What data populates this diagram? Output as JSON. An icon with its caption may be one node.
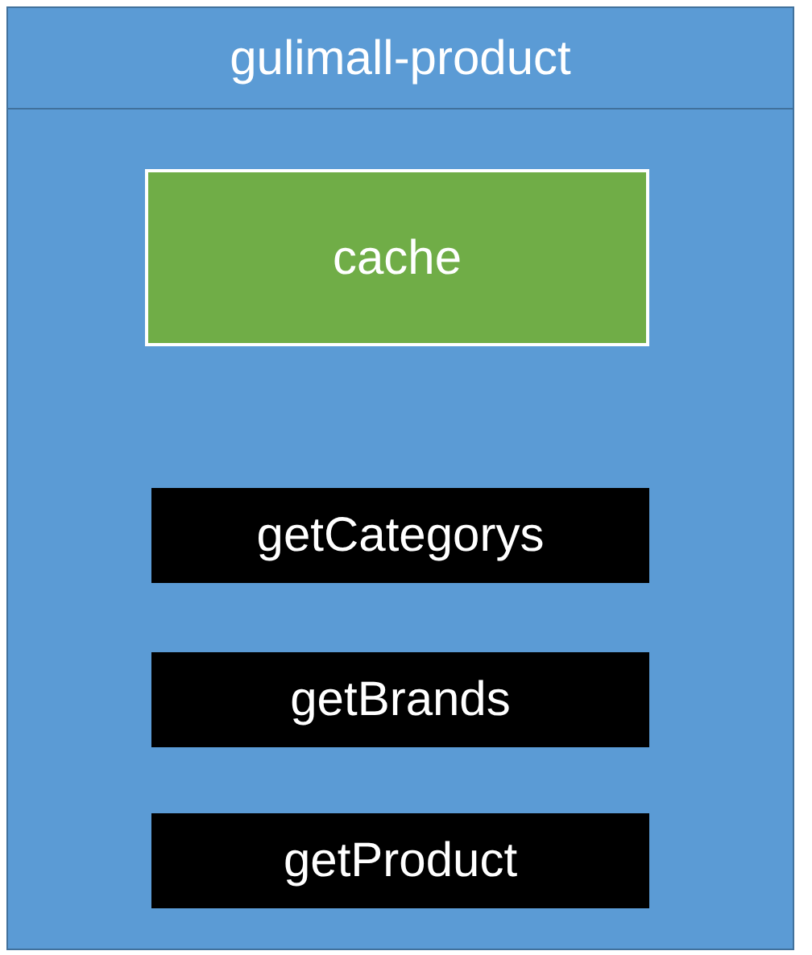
{
  "diagram": {
    "nodes": [
      {
        "text": [
          "gulimall-product"
        ]
      },
      {
        "text": [
          "cache"
        ],
        "in": 0
      },
      {
        "text": [
          "getCategorys"
        ],
        "in": 0
      },
      {
        "text": [
          "getBrands"
        ],
        "in": 0
      },
      {
        "text": [
          "getProduct"
        ],
        "in": 0
      }
    ]
  }
}
